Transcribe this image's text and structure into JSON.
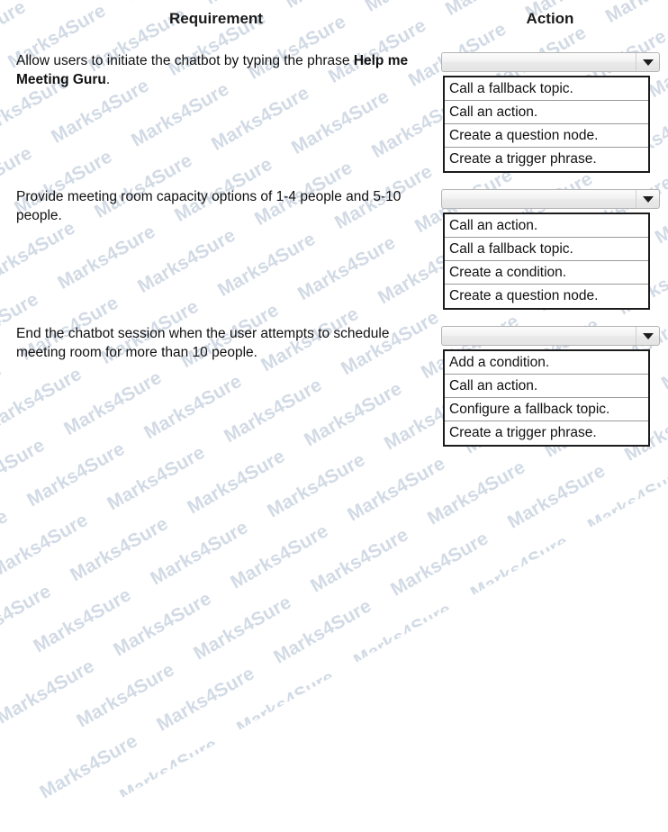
{
  "headers": {
    "requirement": "Requirement",
    "action": "Action"
  },
  "watermark": {
    "text": "Marks4Sure",
    "color": "#aebdd0"
  },
  "rows": [
    {
      "requirement_prefix": "Allow users to initiate the chatbot by typing the phrase ",
      "requirement_bold": "Help me Meeting Guru",
      "requirement_suffix": ".",
      "dropdown": {
        "selected": "",
        "icon": "chevron-down-icon",
        "expanded": true,
        "options": [
          "Call a fallback topic.",
          "Call an action.",
          "Create a question node.",
          "Create a trigger phrase."
        ]
      }
    },
    {
      "requirement_prefix": "Provide meeting room capacity options of 1-4 people and 5-10 people.",
      "requirement_bold": "",
      "requirement_suffix": "",
      "dropdown": {
        "selected": "",
        "icon": "chevron-down-icon",
        "expanded": true,
        "options": [
          "Call an action.",
          "Call a fallback topic.",
          "Create a condition.",
          "Create a question node."
        ]
      }
    },
    {
      "requirement_prefix": "End the chatbot session when the user attempts to schedule meeting room for more than 10 people.",
      "requirement_bold": "",
      "requirement_suffix": "",
      "dropdown": {
        "selected": "",
        "icon": "chevron-down-icon",
        "expanded": true,
        "options": [
          "Add a condition.",
          "Call an action.",
          "Configure a fallback topic.",
          "Create a trigger phrase."
        ]
      }
    }
  ]
}
